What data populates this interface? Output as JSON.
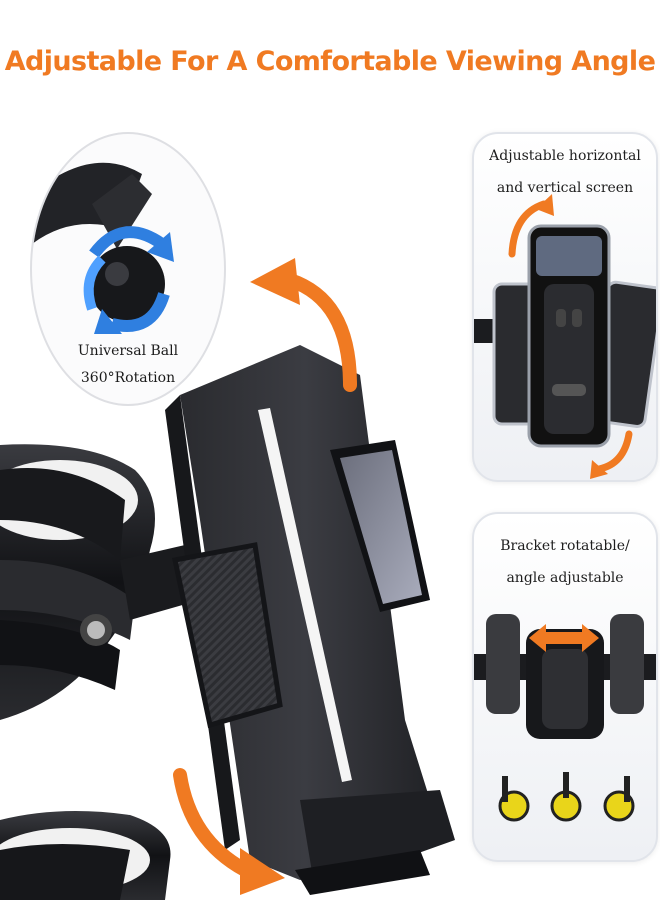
{
  "headline": "Adjustable For A Comfortable Viewing Angle",
  "ball_feature": {
    "line1": "Universal Ball",
    "line2": "360°Rotation"
  },
  "rotate_feature": {
    "line1": "Adjustable horizontal",
    "line2": "and vertical screen"
  },
  "bracket_feature": {
    "line1": "Bracket rotatable/",
    "line2": "angle adjustable"
  },
  "colors": {
    "accent_orange": "#f07a22",
    "rotation_blue": "#2f7fe0",
    "product_black": "#1c1d20"
  },
  "icons": [
    "rotate-arrow-icon",
    "curved-arrow-icon",
    "double-arrow-icon"
  ]
}
